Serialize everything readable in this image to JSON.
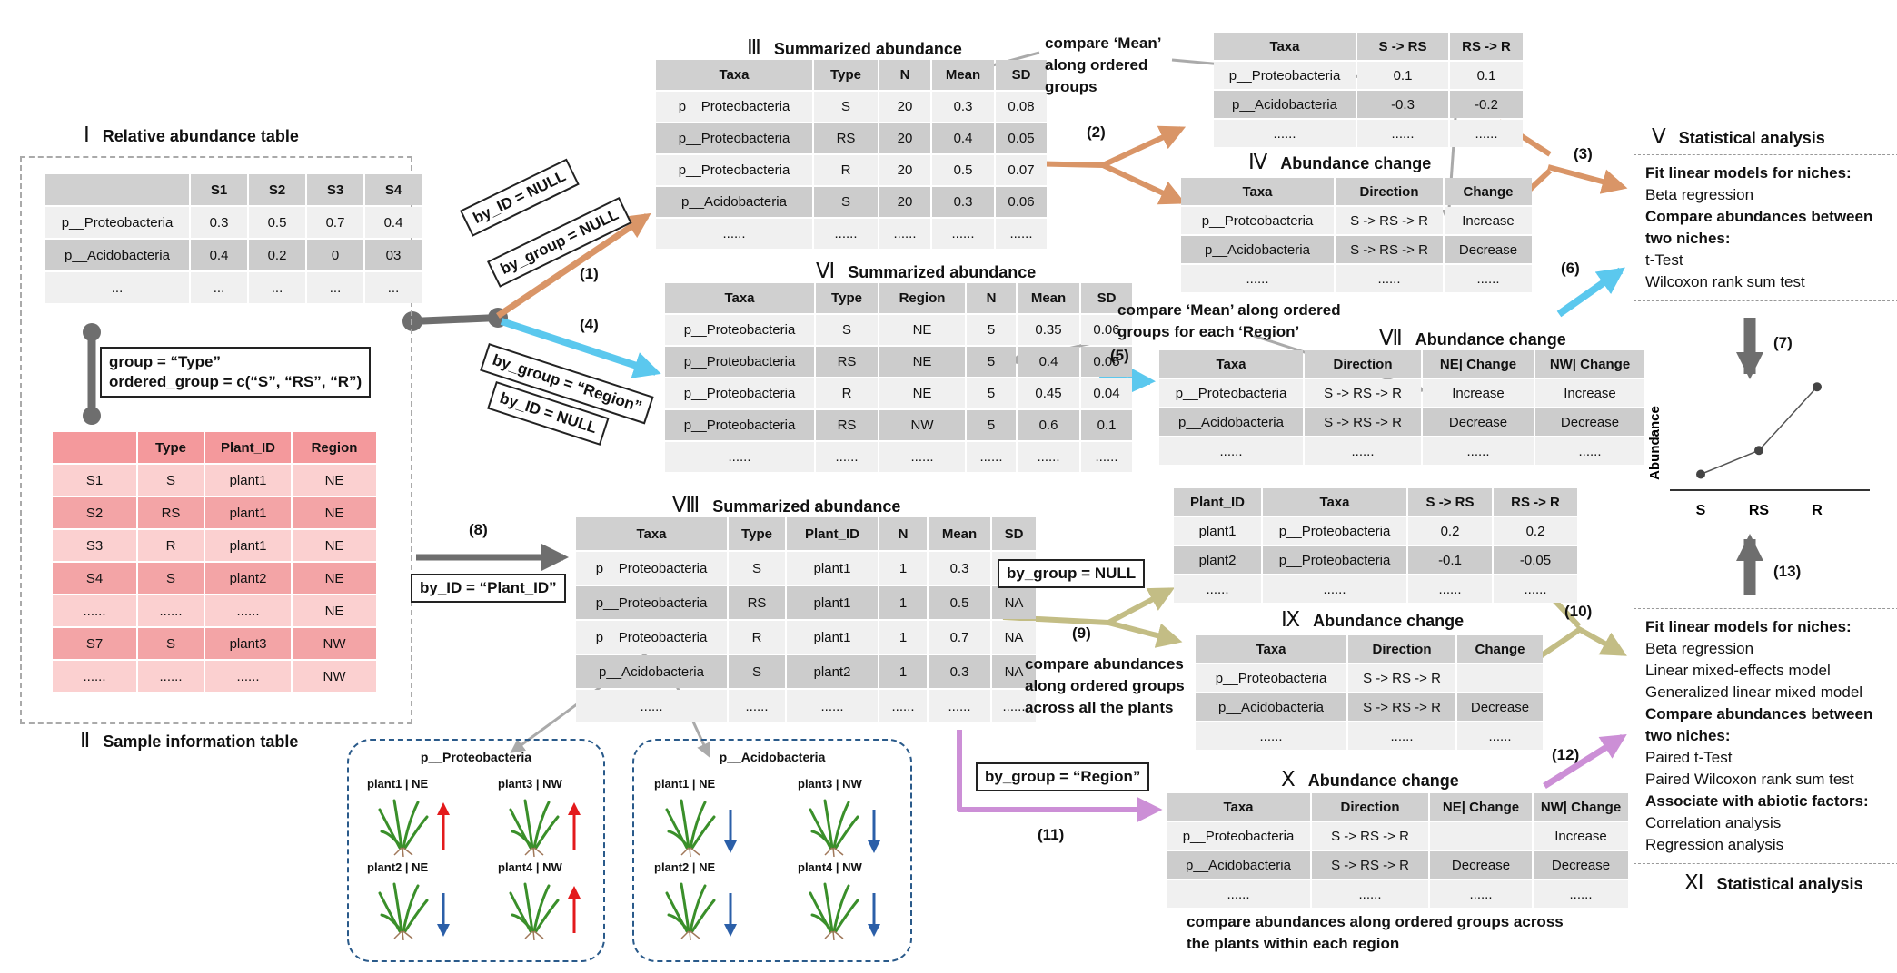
{
  "titles": {
    "t1": {
      "roman": "Ⅰ",
      "text": "Relative abundance table"
    },
    "t2": {
      "roman": "Ⅱ",
      "text": "Sample information table"
    },
    "t3": {
      "roman": "Ⅲ",
      "text": "Summarized abundance"
    },
    "t4": {
      "roman": "Ⅳ",
      "text": "Abundance change"
    },
    "t5": {
      "roman": "Ⅴ",
      "text": "Statistical analysis"
    },
    "t6": {
      "roman": "Ⅵ",
      "text": "Summarized abundance"
    },
    "t7": {
      "roman": "Ⅶ",
      "text": "Abundance change"
    },
    "t8": {
      "roman": "Ⅷ",
      "text": "Summarized abundance"
    },
    "t9": {
      "roman": "Ⅸ",
      "text": "Abundance change"
    },
    "t10": {
      "roman": "Ⅹ",
      "text": "Abundance change"
    },
    "t11": {
      "roman": "Ⅺ",
      "text": "Statistical analysis"
    }
  },
  "tables": {
    "abundance": {
      "header": [
        "",
        "S1",
        "S2",
        "S3",
        "S4"
      ],
      "rows": [
        [
          "p__Proteobacteria",
          "0.3",
          "0.5",
          "0.7",
          "0.4"
        ],
        [
          "p__Acidobacteria",
          "0.4",
          "0.2",
          "0",
          "03"
        ],
        [
          "...",
          "...",
          "...",
          "...",
          "..."
        ]
      ]
    },
    "sample": {
      "header": [
        "",
        "Type",
        "Plant_ID",
        "Region"
      ],
      "rows": [
        [
          "S1",
          "S",
          "plant1",
          "NE"
        ],
        [
          "S2",
          "RS",
          "plant1",
          "NE"
        ],
        [
          "S3",
          "R",
          "plant1",
          "NE"
        ],
        [
          "S4",
          "S",
          "plant2",
          "NE"
        ],
        [
          "......",
          "......",
          "......",
          "NE"
        ],
        [
          "S7",
          "S",
          "plant3",
          "NW"
        ],
        [
          "......",
          "......",
          "......",
          "NW"
        ]
      ]
    },
    "summ3": {
      "header": [
        "Taxa",
        "Type",
        "N",
        "Mean",
        "SD"
      ],
      "rows": [
        [
          "p__Proteobacteria",
          "S",
          "20",
          "0.3",
          "0.08"
        ],
        [
          "p__Proteobacteria",
          "RS",
          "20",
          "0.4",
          "0.05"
        ],
        [
          "p__Proteobacteria",
          "R",
          "20",
          "0.5",
          "0.07"
        ],
        [
          "p__Acidobacteria",
          "S",
          "20",
          "0.3",
          "0.06"
        ],
        [
          "......",
          "......",
          "......",
          "......",
          "......"
        ]
      ]
    },
    "diff4": {
      "header": [
        "Taxa",
        "S -> RS",
        "RS -> R"
      ],
      "rows": [
        [
          "p__Proteobacteria",
          "0.1",
          "0.1"
        ],
        [
          "p__Acidobacteria",
          "-0.3",
          "-0.2"
        ],
        [
          "......",
          "......",
          "......"
        ]
      ]
    },
    "change4": {
      "header": [
        "Taxa",
        "Direction",
        "Change"
      ],
      "rows": [
        [
          "p__Proteobacteria",
          "S -> RS -> R",
          "Increase"
        ],
        [
          "p__Acidobacteria",
          "S -> RS -> R",
          "Decrease"
        ],
        [
          "......",
          "......",
          "......"
        ]
      ]
    },
    "summ6": {
      "header": [
        "Taxa",
        "Type",
        "Region",
        "N",
        "Mean",
        "SD"
      ],
      "rows": [
        [
          "p__Proteobacteria",
          "S",
          "NE",
          "5",
          "0.35",
          "0.06"
        ],
        [
          "p__Proteobacteria",
          "RS",
          "NE",
          "5",
          "0.4",
          "0.05"
        ],
        [
          "p__Proteobacteria",
          "R",
          "NE",
          "5",
          "0.45",
          "0.04"
        ],
        [
          "p__Proteobacteria",
          "RS",
          "NW",
          "5",
          "0.6",
          "0.1"
        ],
        [
          "......",
          "......",
          "......",
          "......",
          "......",
          "......"
        ]
      ]
    },
    "change7": {
      "header": [
        "Taxa",
        "Direction",
        "NE| Change",
        "NW| Change"
      ],
      "rows": [
        [
          "p__Proteobacteria",
          "S -> RS -> R",
          "Increase",
          "Increase"
        ],
        [
          "p__Acidobacteria",
          "S -> RS -> R",
          "Decrease",
          "Decrease"
        ],
        [
          "......",
          "......",
          "......",
          "......"
        ]
      ]
    },
    "summ8": {
      "header": [
        "Taxa",
        "Type",
        "Plant_ID",
        "N",
        "Mean",
        "SD"
      ],
      "rows": [
        [
          "p__Proteobacteria",
          "S",
          "plant1",
          "1",
          "0.3",
          "NA"
        ],
        [
          "p__Proteobacteria",
          "RS",
          "plant1",
          "1",
          "0.5",
          "NA"
        ],
        [
          "p__Proteobacteria",
          "R",
          "plant1",
          "1",
          "0.7",
          "NA"
        ],
        [
          "p__Acidobacteria",
          "S",
          "plant2",
          "1",
          "0.3",
          "NA"
        ],
        [
          "......",
          "......",
          "......",
          "......",
          "......",
          "......"
        ]
      ]
    },
    "diff9": {
      "header": [
        "Plant_ID",
        "Taxa",
        "S -> RS",
        "RS -> R"
      ],
      "rows": [
        [
          "plant1",
          "p__Proteobacteria",
          "0.2",
          "0.2"
        ],
        [
          "plant2",
          "p__Proteobacteria",
          "-0.1",
          "-0.05"
        ],
        [
          "......",
          "......",
          "......",
          "......"
        ]
      ]
    },
    "change9": {
      "header": [
        "Taxa",
        "Direction",
        "Change"
      ],
      "rows": [
        [
          "p__Proteobacteria",
          "S -> RS -> R",
          ""
        ],
        [
          "p__Acidobacteria",
          "S -> RS -> R",
          "Decrease"
        ],
        [
          "......",
          "......",
          "......"
        ]
      ]
    },
    "change10": {
      "header": [
        "Taxa",
        "Direction",
        "NE| Change",
        "NW| Change"
      ],
      "rows": [
        [
          "p__Proteobacteria",
          "S -> RS -> R",
          "",
          "Increase"
        ],
        [
          "p__Acidobacteria",
          "S -> RS -> R",
          "Decrease",
          "Decrease"
        ],
        [
          "......",
          "......",
          "......",
          "......"
        ]
      ]
    }
  },
  "params": {
    "group": "group = “Type”",
    "ordered_group": "ordered_group = c(“S”, “RS”, “R”)",
    "by_id_null_1": "by_ID = NULL",
    "by_group_null_1": "by_group = NULL",
    "by_group_region_1": "by_group = “Region”",
    "by_id_null_2": "by_ID = NULL",
    "by_id_plant": "by_ID = “Plant_ID”",
    "by_group_null_2": "by_group = NULL",
    "by_group_region_2": "by_group = “Region”"
  },
  "steps": [
    "(1)",
    "(2)",
    "(3)",
    "(4)",
    "(5)",
    "(6)",
    "(7)",
    "(8)",
    "(9)",
    "(10)",
    "(11)",
    "(12)",
    "(13)"
  ],
  "notes": {
    "compare_mean_1": [
      "compare ‘Mean’",
      "along ordered",
      "groups"
    ],
    "compare_mean_2": [
      "compare ‘Mean’ along ordered",
      "groups for each ‘Region’"
    ],
    "compare_plants": [
      "compare abundances",
      "along ordered groups",
      "across all the plants"
    ],
    "compare_region": [
      "compare abundances along ordered groups across",
      "the plants within each region"
    ]
  },
  "stat5": [
    {
      "text": "Fit linear models for niches:",
      "bold": true
    },
    {
      "text": "Beta regression",
      "bold": false
    },
    {
      "text": "Compare abundances between",
      "bold": true
    },
    {
      "text": "two niches:",
      "bold": true
    },
    {
      "text": "t-Test",
      "bold": false
    },
    {
      "text": "Wilcoxon rank sum test",
      "bold": false
    }
  ],
  "stat11": [
    {
      "text": "Fit linear models for niches:",
      "bold": true
    },
    {
      "text": "Beta regression",
      "bold": false
    },
    {
      "text": "Linear mixed-effects model",
      "bold": false
    },
    {
      "text": "Generalized linear mixed model",
      "bold": false
    },
    {
      "text": "Compare abundances between",
      "bold": true
    },
    {
      "text": "two niches:",
      "bold": true
    },
    {
      "text": "Paired t-Test",
      "bold": false
    },
    {
      "text": "Paired Wilcoxon rank sum test",
      "bold": false
    },
    {
      "text": "Associate with abiotic factors:",
      "bold": true
    },
    {
      "text": "Correlation analysis",
      "bold": false
    },
    {
      "text": "Regression analysis",
      "bold": false
    }
  ],
  "mini_chart": {
    "ylabel": "Abundance",
    "categories": [
      "S",
      "RS",
      "R"
    ],
    "values": [
      0.1,
      0.25,
      0.65
    ]
  },
  "plant_panels": [
    {
      "title": "p__Proteobacteria",
      "items": [
        {
          "label": "plant1 | NE",
          "direction": "up",
          "color": "#e31a1c"
        },
        {
          "label": "plant3 | NW",
          "direction": "up",
          "color": "#e31a1c"
        },
        {
          "label": "plant2 | NE",
          "direction": "down",
          "color": "#2b5fa8"
        },
        {
          "label": "plant4 | NW",
          "direction": "up",
          "color": "#e31a1c"
        }
      ]
    },
    {
      "title": "p__Acidobacteria",
      "items": [
        {
          "label": "plant1 | NE",
          "direction": "down",
          "color": "#2b5fa8"
        },
        {
          "label": "plant3 | NW",
          "direction": "down",
          "color": "#2b5fa8"
        },
        {
          "label": "plant2 | NE",
          "direction": "down",
          "color": "#2b5fa8"
        },
        {
          "label": "plant4 | NW",
          "direction": "down",
          "color": "#2b5fa8"
        }
      ]
    }
  ],
  "colors": {
    "orange": "#d99567",
    "cyan": "#5bc8ee",
    "olive": "#c3bd85",
    "purple": "#cc8fd6",
    "dark": "#6e6e6e",
    "gray_arrow": "#aaaaaa"
  }
}
